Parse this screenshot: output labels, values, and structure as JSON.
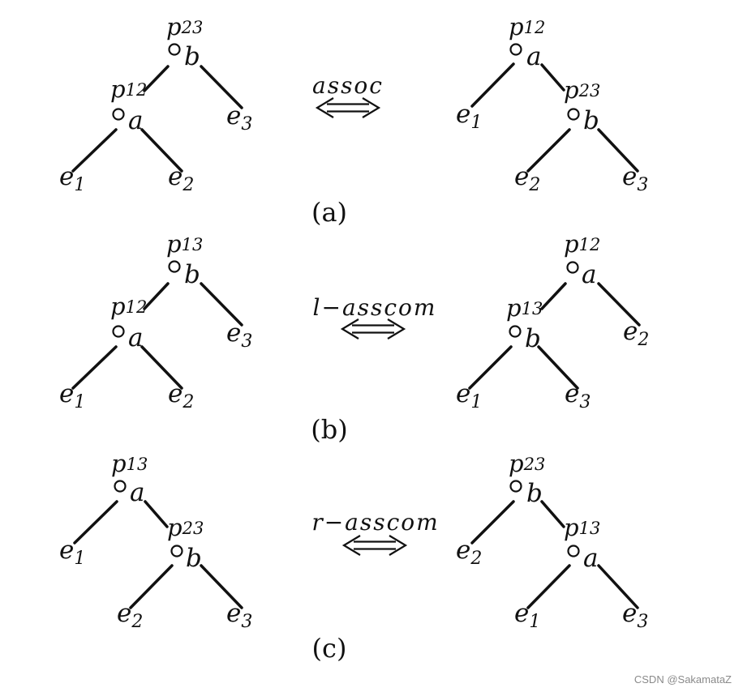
{
  "watermark": "CSDN @SakamataZ",
  "panels": [
    {
      "caption": "(a)",
      "rule": "assoc",
      "left_tree": {
        "root": {
          "pred": "p",
          "pred_sub": "23",
          "op": "b"
        },
        "inner": {
          "pred": "p",
          "pred_sub": "12",
          "op": "a"
        },
        "leaves": [
          {
            "base": "e",
            "sub": "1"
          },
          {
            "base": "e",
            "sub": "2"
          },
          {
            "base": "e",
            "sub": "3"
          }
        ]
      },
      "right_tree": {
        "root": {
          "pred": "p",
          "pred_sub": "12",
          "op": "a"
        },
        "inner": {
          "pred": "p",
          "pred_sub": "23",
          "op": "b"
        },
        "leaves": [
          {
            "base": "e",
            "sub": "1"
          },
          {
            "base": "e",
            "sub": "2"
          },
          {
            "base": "e",
            "sub": "3"
          }
        ]
      }
    },
    {
      "caption": "(b)",
      "rule": "l−asscom",
      "left_tree": {
        "root": {
          "pred": "p",
          "pred_sub": "13",
          "op": "b"
        },
        "inner": {
          "pred": "p",
          "pred_sub": "12",
          "op": "a"
        },
        "leaves": [
          {
            "base": "e",
            "sub": "1"
          },
          {
            "base": "e",
            "sub": "2"
          },
          {
            "base": "e",
            "sub": "3"
          }
        ]
      },
      "right_tree": {
        "root": {
          "pred": "p",
          "pred_sub": "12",
          "op": "a"
        },
        "inner": {
          "pred": "p",
          "pred_sub": "13",
          "op": "b"
        },
        "leaves": [
          {
            "base": "e",
            "sub": "1"
          },
          {
            "base": "e",
            "sub": "3"
          },
          {
            "base": "e",
            "sub": "2"
          }
        ]
      }
    },
    {
      "caption": "(c)",
      "rule": "r−asscom",
      "left_tree": {
        "root": {
          "pred": "p",
          "pred_sub": "13",
          "op": "a"
        },
        "inner": {
          "pred": "p",
          "pred_sub": "23",
          "op": "b"
        },
        "leaves": [
          {
            "base": "e",
            "sub": "1"
          },
          {
            "base": "e",
            "sub": "2"
          },
          {
            "base": "e",
            "sub": "3"
          }
        ]
      },
      "right_tree": {
        "root": {
          "pred": "p",
          "pred_sub": "23",
          "op": "b"
        },
        "inner": {
          "pred": "p",
          "pred_sub": "13",
          "op": "a"
        },
        "leaves": [
          {
            "base": "e",
            "sub": "2"
          },
          {
            "base": "e",
            "sub": "1"
          },
          {
            "base": "e",
            "sub": "3"
          }
        ]
      }
    }
  ]
}
